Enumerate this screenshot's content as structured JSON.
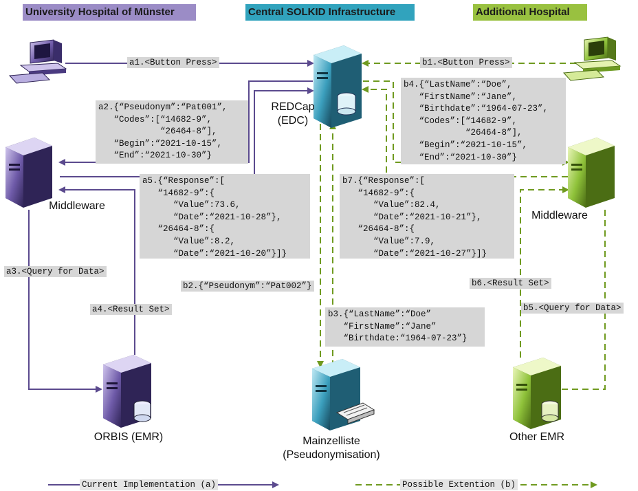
{
  "headers": {
    "left": "University Hospital of Münster",
    "center": "Central SOLKID Infrastructure",
    "right": "Additional Hospital"
  },
  "colors": {
    "left_header": "#9b8cc6",
    "center_header": "#31a3bd",
    "right_header": "#99c140",
    "current_line": "#5b4a8e",
    "extension_line": "#6f9a1f",
    "box_bg": "#d6d6d6"
  },
  "nodes": {
    "redcap": "REDCap\n(EDC)",
    "middleware_left": "Middleware",
    "middleware_right": "Middleware",
    "orbis": "ORBIS (EMR)",
    "mainzelliste": "Mainzelliste\n(Pseudonymisation)",
    "other_emr": "Other EMR"
  },
  "flows": {
    "a1": "a1.<Button Press>",
    "a2": "a2.{“Pseudonym”:“Pat001”,\n   “Codes”:[“14682-9”,\n            “26464-8”],\n   “Begin”:“2021-10-15”,\n   “End”:“2021-10-30”}",
    "a3": "a3.<Query for Data>",
    "a4": "a4.<Result Set>",
    "a5": "a5.{“Response”:[\n   “14682-9”:{\n      “Value”:73.6,\n      “Date”:“2021-10-28”},\n   “26464-8”:{\n      “Value”:8.2,\n      “Date”:“2021-10-20”}]}",
    "b1": "b1.<Button Press>",
    "b2": "b2.{“Pseudonym”:“Pat002”}",
    "b3": "b3.{“LastName”:“Doe”\n   “FirstName”:“Jane”\n   “Birthdate:“1964-07-23”}",
    "b4": "b4.{“LastName”:“Doe”,\n   “FirstName”:“Jane”,\n   “Birthdate”:“1964-07-23”,\n   “Codes”:[“14682-9”,\n            “26464-8”],\n   “Begin”:“2021-10-15”,\n   “End”:“2021-10-30”}",
    "b5": "b5.<Query for Data>",
    "b6": "b6.<Result Set>",
    "b7": "b7.{“Response”:[\n   “14682-9”:{\n      “Value”:82.4,\n      “Date”:“2021-10-21”},\n   “26464-8”:{\n      “Value”:7.9,\n      “Date”:“2021-10-27”}]}"
  },
  "legend": {
    "current": "Current Implementation (a)",
    "extension": "Possible Extention (b)"
  }
}
